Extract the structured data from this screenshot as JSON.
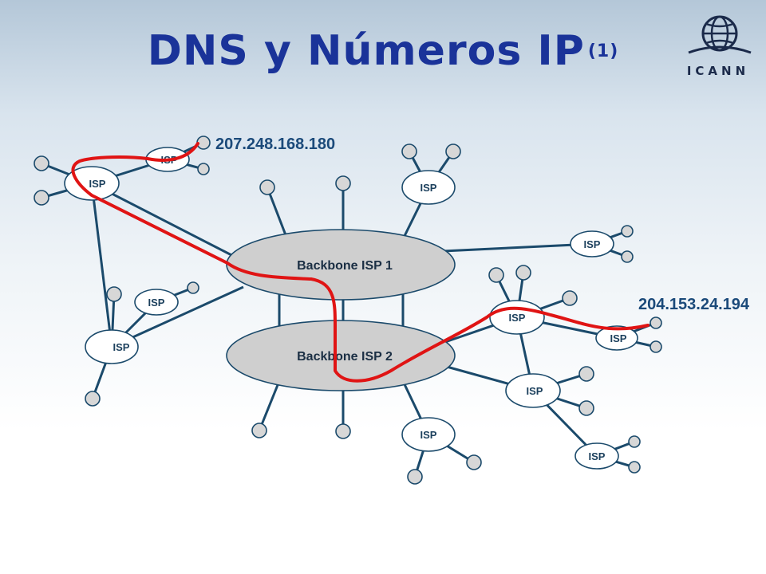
{
  "title": {
    "main": "DNS y Números IP",
    "sub": "(1)"
  },
  "logo": {
    "text": "ICANN",
    "icon": "globe-icon"
  },
  "backbones": [
    "Backbone ISP 1",
    "Backbone ISP 2"
  ],
  "isp_label": "ISP",
  "addresses": {
    "source": "207.248.168.180",
    "destination": "204.153.24.194"
  },
  "colors": {
    "title": "#1a3399",
    "route": "#e01414",
    "link": "#1b4a6b",
    "backbone_fill": "#cfcfcf"
  }
}
